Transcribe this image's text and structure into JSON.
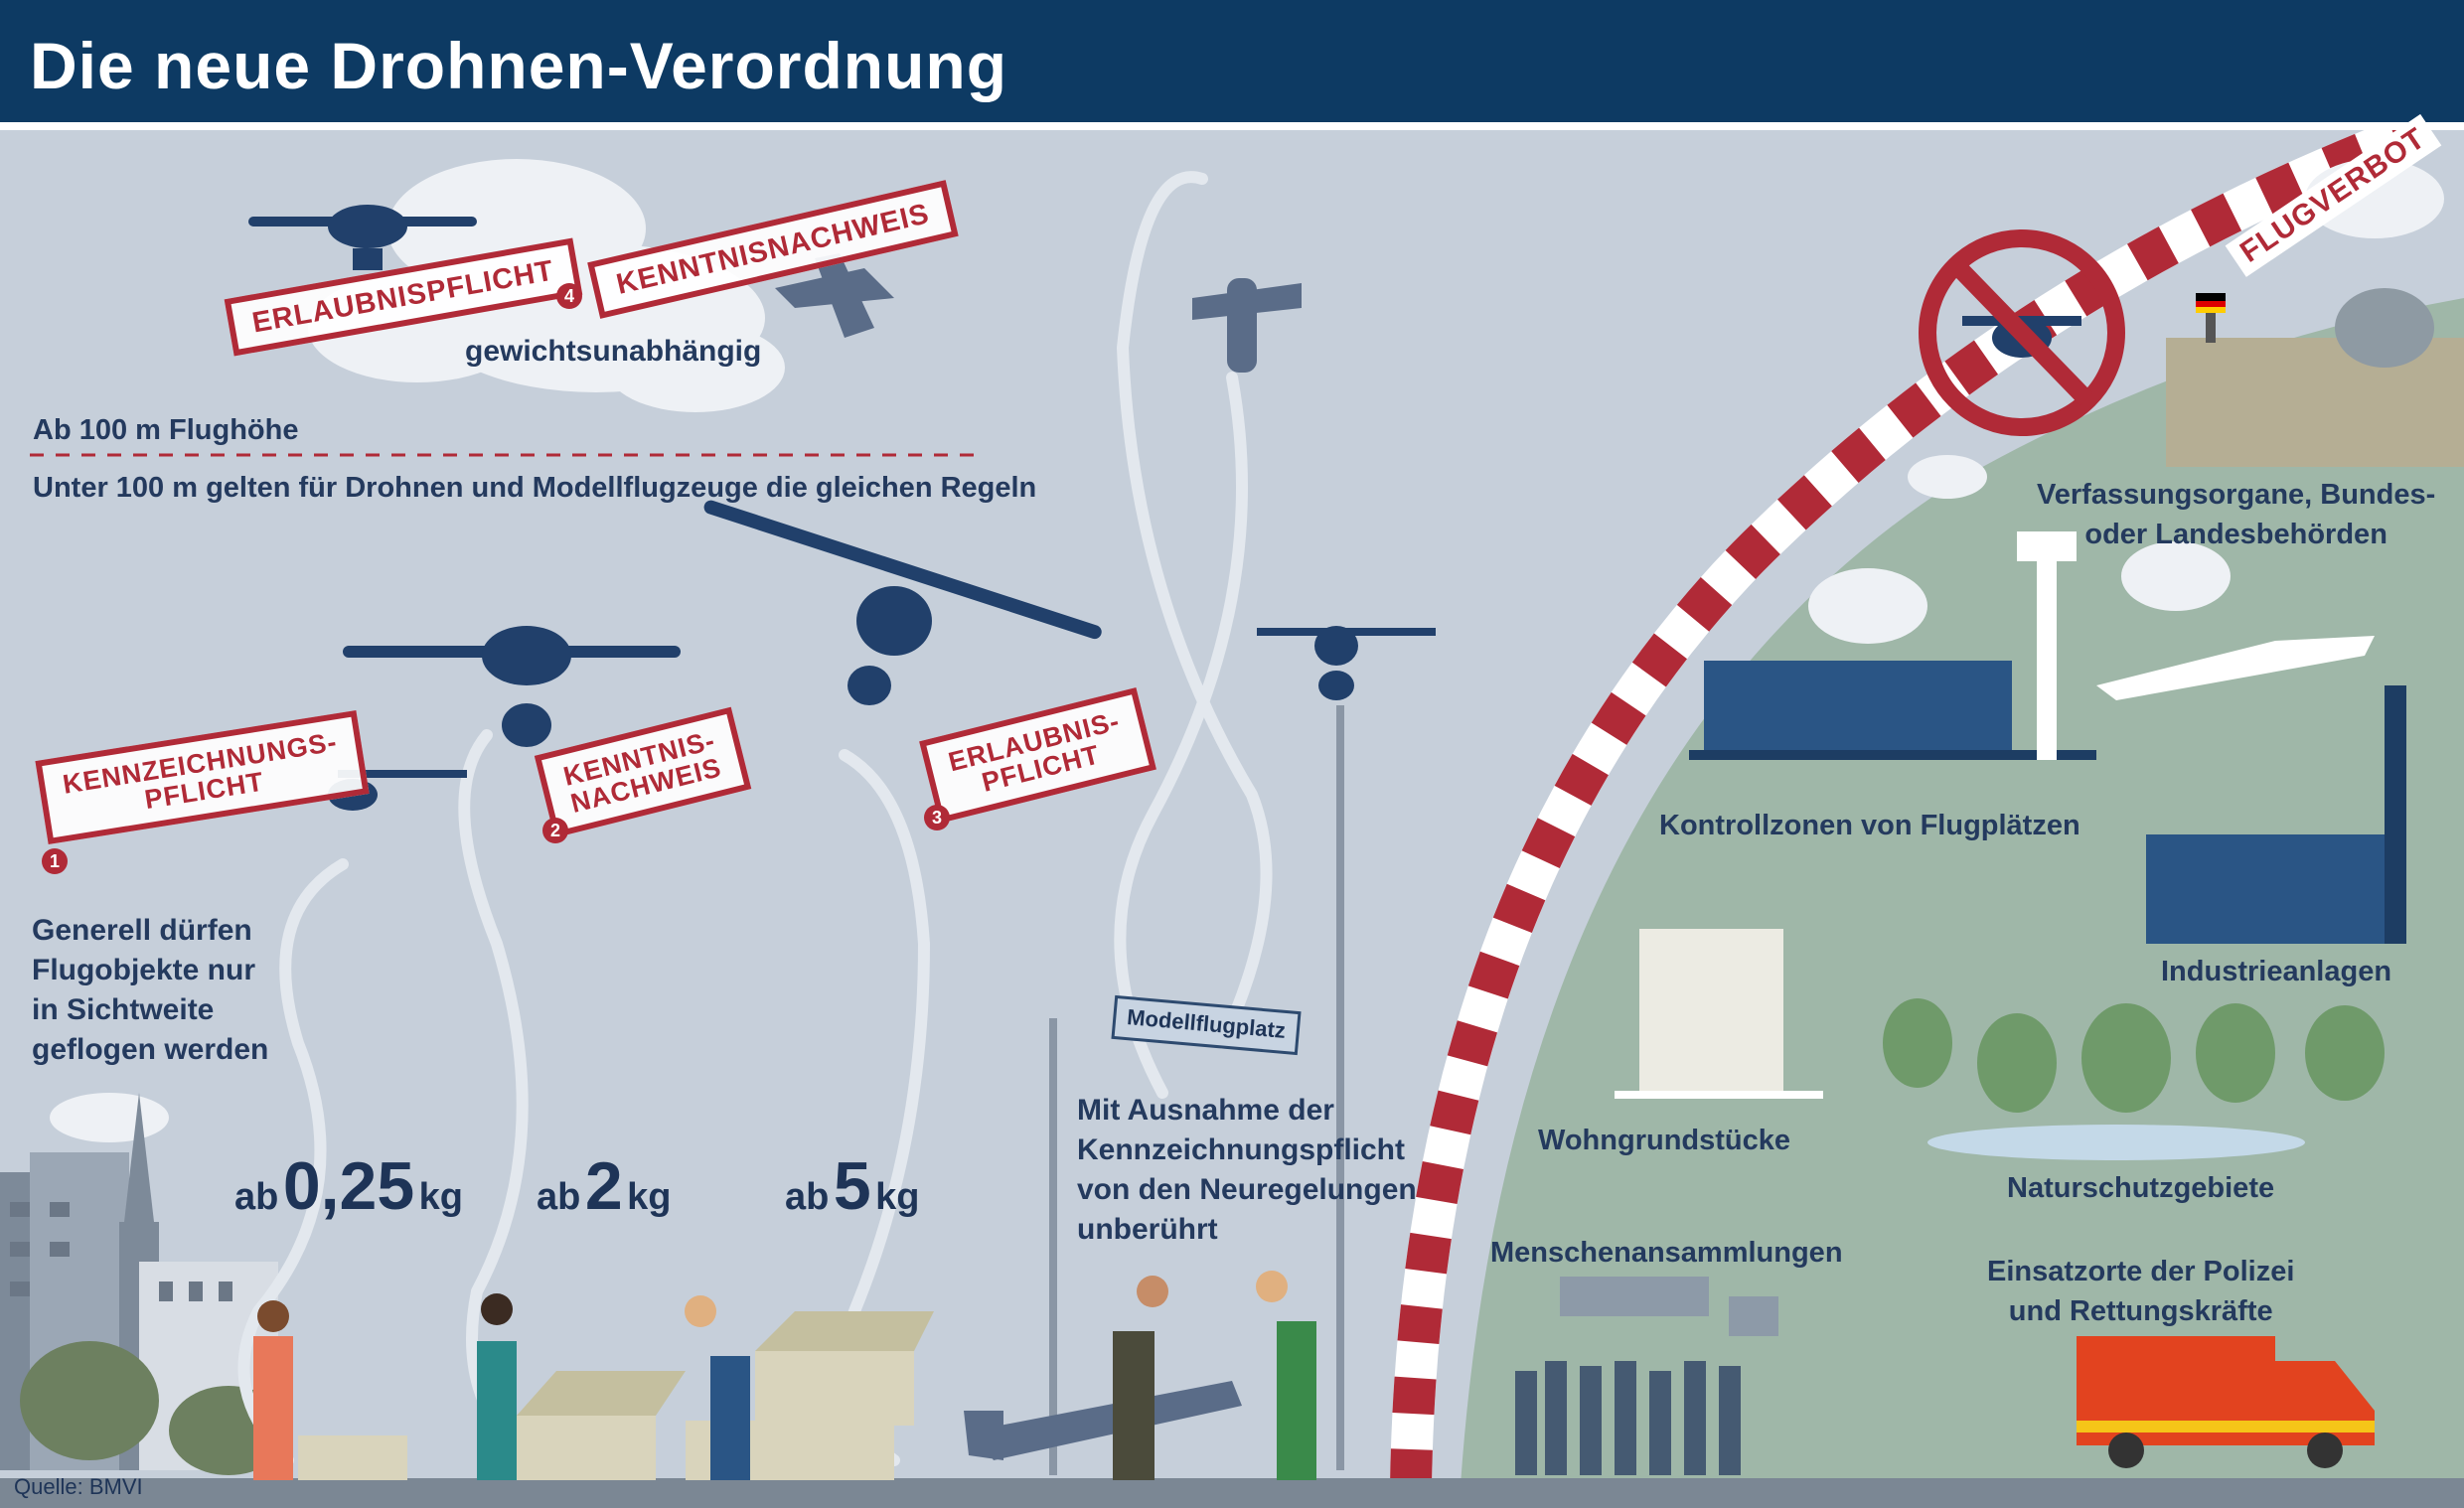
{
  "header": {
    "title": "Die neue Drohnen-Verordnung"
  },
  "altitude": {
    "above_label": "Ab 100 m Flughöhe",
    "below_label": "Unter 100 m gelten für Drohnen und Modellflugzeuge die gleichen Regeln",
    "weight_independent": "gewichtsunabhängig"
  },
  "stamps": {
    "s1": "KENNZEICHNUNGS-\nPFLICHT",
    "s2": "KENNTNIS-\nNACHWEIS",
    "s3": "ERLAUBNIS-\nPFLICHT",
    "s4a": "ERLAUBNISPFLICHT",
    "s4b": "KENNTNISNACHWEIS",
    "n1": "1",
    "n2": "2",
    "n3": "3",
    "n4": "4"
  },
  "visibility_note": "Generell dürfen\nFlugobjekte nur\nin Sichtweite\ngeflogen werden",
  "weights": [
    {
      "prefix": "ab",
      "value": "0,25",
      "unit": "kg"
    },
    {
      "prefix": "ab",
      "value": "2",
      "unit": "kg"
    },
    {
      "prefix": "ab",
      "value": "5",
      "unit": "kg"
    }
  ],
  "modellflugplatz": {
    "sign": "Modellflugplatz",
    "note": "Mit Ausnahme der\nKennzeichnungspflicht\nvon den Neuregelungen\nunberührt"
  },
  "flugverbot": {
    "banner": "FLUGVERBOT",
    "zones": {
      "verfassung": "Verfassungsorgane, Bundes-\noder Landesbehörden",
      "kontrollzonen": "Kontrollzonen von Flugplätzen",
      "industrie": "Industrieanlagen",
      "wohn": "Wohngrundstücke",
      "natur": "Naturschutzgebiete",
      "menschen": "Menschenansammlungen",
      "einsatz": "Einsatzorte der Polizei\nund Rettungskräfte"
    }
  },
  "source": "Quelle: BMVI",
  "colors": {
    "navy": "#0d3a63",
    "stamp_red": "#b02a37",
    "green_zone": "#9fb7a8",
    "background": "#c6cfda"
  }
}
